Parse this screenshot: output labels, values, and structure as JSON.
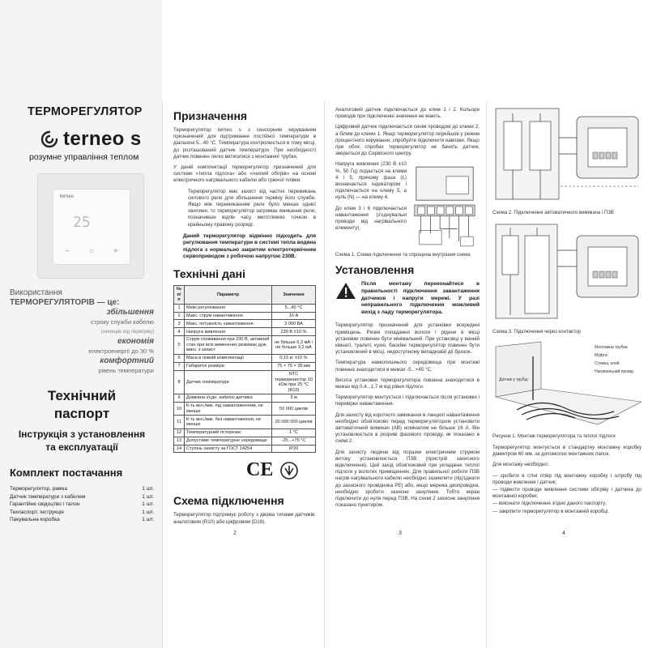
{
  "page1": {
    "title": "ТЕРМОРЕГУЛЯТОР",
    "brand": "terneo s",
    "tagline": "розумне управління теплом",
    "device": {
      "brand": "terneo",
      "digits": "25",
      "buttons": [
        "−",
        "○",
        "+"
      ]
    },
    "usage": {
      "lead": "Використання",
      "lead2": "ТЕРМОРЕГУЛЯТОРІВ — це:",
      "items": [
        {
          "bold": "збільшення",
          "small": "строку служби кабелю",
          "tiny": "(захищає від перегріву)"
        },
        {
          "bold": "економія",
          "small": "електроенергії до 30 %",
          "tiny": ""
        },
        {
          "bold": "комфортний",
          "small": "рівень температури",
          "tiny": ""
        }
      ]
    },
    "doc_title_1": "Технічний",
    "doc_title_2": "паспорт",
    "doc_sub_1": "Інструкція з установлення",
    "doc_sub_2": "та експлуатації",
    "kit_heading": "Комплект постачання",
    "kit": [
      {
        "item": "Терморегулятор, рамка",
        "qty": "1 шт."
      },
      {
        "item": "Датчик температури з кабелем",
        "qty": "1 шт."
      },
      {
        "item": "Гарантійне свідоцтво і талон",
        "qty": "1 шт."
      },
      {
        "item": "Техпаспорт, інструкція",
        "qty": "1 шт."
      },
      {
        "item": "Пакувальна коробка",
        "qty": "1 шт."
      }
    ]
  },
  "page2": {
    "purpose_heading": "Призначення",
    "purpose_p1": "Терморегулятор terneo s з сенсорним керуванням призначений для підтримання постійної температури в діапазоні 5...40 °С. Температура контролюється в тому місці, до розташований датчик температури. При необхідності датчик повинен легко витягатися з монтажної трубки.",
    "purpose_p2": "У даній комплектації терморегулятор призначений для системи «тепла підлога» або «гнилий обігрів» на основі електричного нагрівального кабелю або гріючої плівки.",
    "purpose_note": "Терморегулятор має захист від частих перемикань силового реле для збільшення терміну його служби. Якщо між перемиканням реле було менше однієї хвилини, то терморегулятор затримає вмикання реле, позначивши відлік часу миготливою точкою в крайньому правому розряді.",
    "purpose_bold": "Даний терморегулятор відмінно підходить для регулювання температури в системі тепла водяна підлога з нормально закритим електротермічним сервоприводом з робочою напругою 230В.",
    "specs_heading": "Технічні дані",
    "specs_cols": [
      "№ п/п",
      "Параметр",
      "Значення"
    ],
    "specs": [
      [
        "1",
        "Межі регулювання",
        "5...40 °С"
      ],
      [
        "2",
        "Макс. струм навантаження",
        "16 А"
      ],
      [
        "3",
        "Макс. потужність навантаження",
        "3 000 ВА"
      ],
      [
        "4",
        "Напруга живлення",
        "230 В ±10 %"
      ],
      [
        "5",
        "Струм споживання при 230 В, активний стан при всіх вимкнених режимах дуж. вико. з захист",
        "не більше 6,3 мА / не більше 3,2 мА"
      ],
      [
        "6",
        "Маса в повній комплектації",
        "0,15 кг ±10 %"
      ],
      [
        "7",
        "Габаритні розміри",
        "75 × 75 × 35 мм"
      ],
      [
        "8",
        "Датчик температури",
        "NTC терморезистор 10 кОм при 25 °С (R10)"
      ],
      [
        "9",
        "Довжина з'єдн. кабелю датчика",
        "3 м"
      ],
      [
        "10",
        "К-ть вкл./вик. під навантаженням, не менше",
        "50 000 циклів"
      ],
      [
        "11",
        "К-ть вкл./вик. без навантаження, не менше",
        "20 000 000 циклів"
      ],
      [
        "12",
        "Температурний гістерезис",
        "1 °С"
      ],
      [
        "13",
        "Допустиме температурне середовище",
        "-25...+75 °С"
      ],
      [
        "14",
        "Ступінь захисту за ГОСТ 14254",
        "IP20"
      ]
    ],
    "scheme_heading": "Схема підключення",
    "scheme_p": "Терморегулятор підтримує роботу з двома типами датчиків: аналоговим (R10) або цифровим (D18).",
    "page_no": "2"
  },
  "page3": {
    "p1": "Аналоговий датчик підключається до клем 1 і 2. Кольори проводів при підключенні значення не мають.",
    "p2": "Цифровий датчик підключається синім проводом до клеми 2, а білим до клеми 1. Якщо терморегулятор перейшов у режим процентного керування, спробуйте підключити навпаки. Якщо при обох спробах терморегулятор не бачить датчик, зверніться до Сервісного центру.",
    "p3": "Напруга живлення (230 В ±10 %, 50 Гц) подається на клеми 4 і 5, причому фаза (L) визначається індикатором і підключається на клему 5, а нуль (N) — на клему 4.",
    "p4": "До клем 3 і 6 підключається навантаження (з'єднувальні проводи від нагрівального елементу).",
    "fig1_cap": "Схема 1. Схема підключення та спрощена внутрішня схема",
    "install_heading": "Установлення",
    "warn": "Після монтажу переконайтеся в правильності підключення завантаження датчиков і напруги мережі. У разі неправильного підключення можливий вихід з ладу терморегулятора.",
    "p5": "Терморегулятор призначений для установки всередині приміщень. Ризик попадання вологи і рідини в місці установки повинен бути мінімальний. При установці у ванній кімнаті, туалеті, кухні, басейні терморегулятор повинен бути установлений в місці, недоступному випадковій дії бризок.",
    "p6": "Температура навколишнього середовища при монтажі повинна знаходитися в межах -5...+45 °С.",
    "p7": "Висота установки терморегулятора повинна знаходитися в межах від 0,4...1,7 м від рівня підлоги.",
    "p8": "Терморегулятор монтується і підключається після установки і перевірки навантаження.",
    "p9": "Для захисту від короткого замикання в ланцюгі навантаження необхідно обов'язково перед терморегулятором установити автоматичний вимикач (АВ) номіналом не більше 16 А. Він установлюється в розриві фазового проводу, як показано в схемі 2.",
    "p10": "Для захисту людини від поразки електричним струмом витоку установлюється ПЗВ (пристрій захисного відключення). Цей захід обов'язковий при укладанні теплої підлоги у вологих приміщеннях. Для правильної роботи ПЗВ нагрів нагрівального кабелю необхідно заземлити (під'єднати до захисного провідника PE) або, якщо мережа двопровідна, необхідно зробити захисне зануління. Тобто екран підключити до нуля перед ПЗВ. На схемі 2 захисне зануління показано пунктиром.",
    "page_no": "3"
  },
  "page4": {
    "fig2_cap": "Схема 2. Підключення автоматичного вимикача і ПЗВ",
    "fig3_cap": "Схема 3. Підключення через контактор",
    "fig4_labels": [
      "Монтажна трубка",
      "Муфта",
      "Стяжка, клей",
      "Нагрівальний провід",
      "Датчик у трубці"
    ],
    "fig4_cap": "Рисунок 1. Монтаж терморегулятора та теплої підлоги",
    "p1": "Терморегулятор монтується в стандартну монтажну коробку діаметром 60 мм, за допомогою монтажних лапок.",
    "list_head": "Для монтажу необхідно:",
    "list": [
      "— зробити в стіні отвір під монтажну коробку і штробу під проводи живлення і датчик;",
      "— підвести проводи живлення системи обігріву і датчика до монтажної коробки;",
      "— виконати підключення згідно даного паспорту;",
      "— закріпити терморегулятор в монтажній коробці."
    ],
    "page_no": "4"
  }
}
